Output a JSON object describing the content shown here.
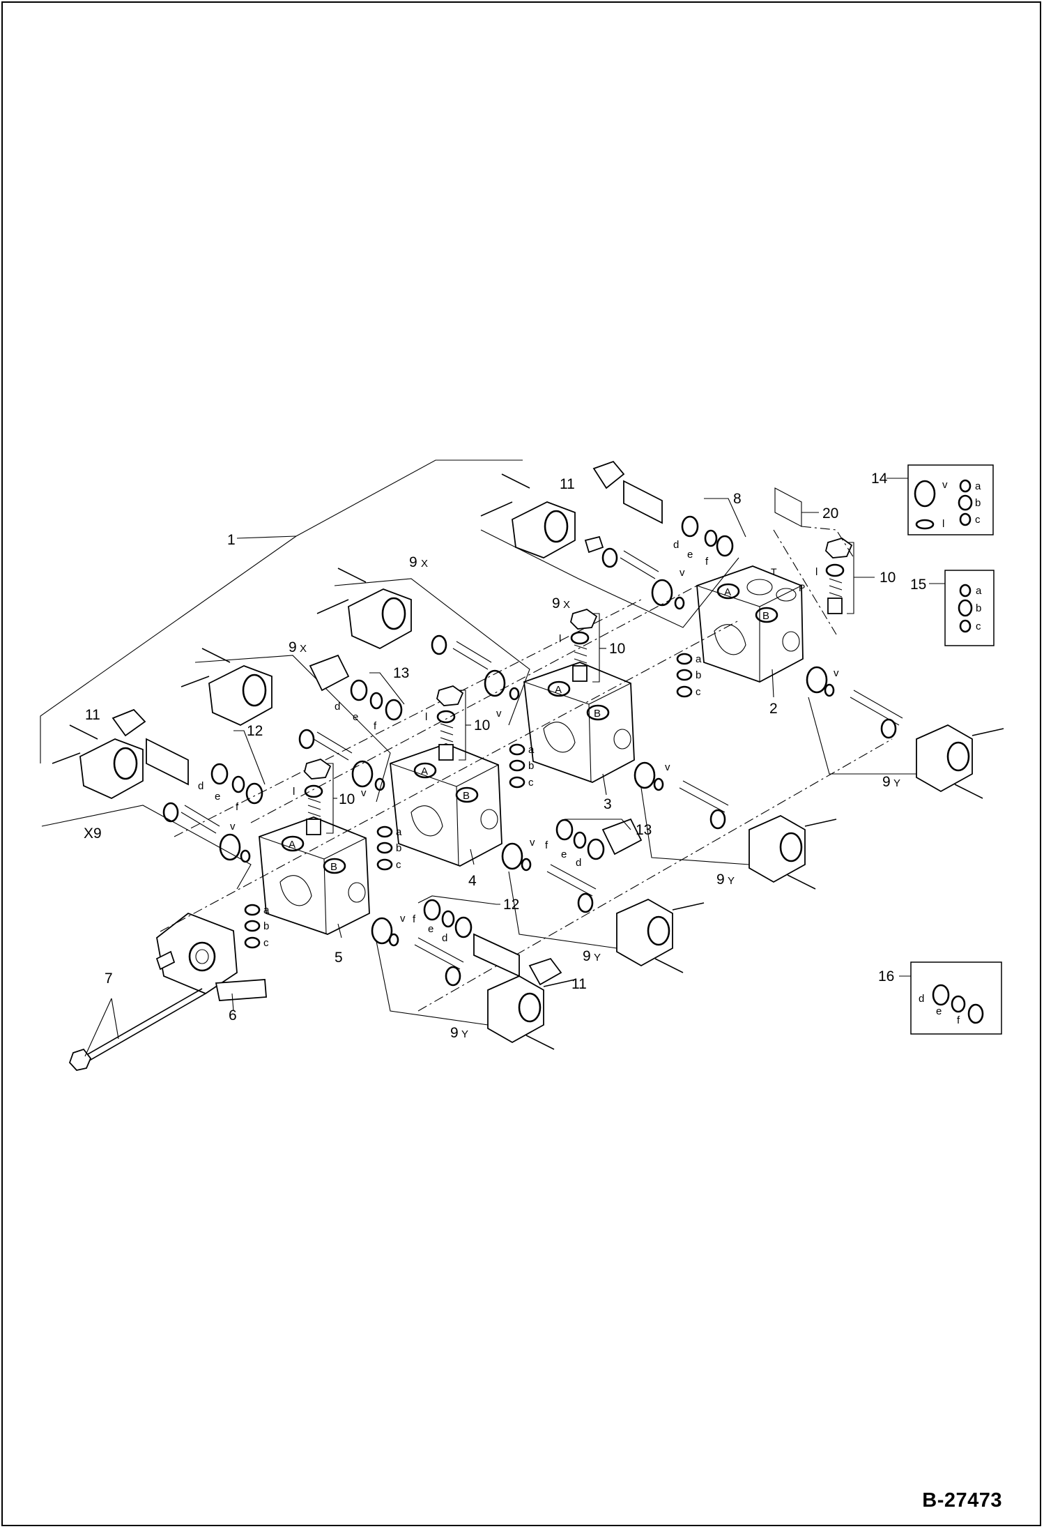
{
  "drawing_id": "B-27473",
  "callouts": {
    "c1": "1",
    "c2": "2",
    "c3": "3",
    "c4": "4",
    "c5": "5",
    "c6": "6",
    "c7": "7",
    "c8": "8",
    "c10": "10",
    "c11": "11",
    "c12": "12",
    "c13": "13",
    "c14": "14",
    "c15": "15",
    "c16": "16",
    "c20": "20",
    "c9": "9",
    "x": "X",
    "y": "Y",
    "x9": "X9"
  },
  "seal_letters": {
    "a": "a",
    "b": "b",
    "c": "c",
    "d": "d",
    "e": "e",
    "f": "f",
    "v": "v",
    "l": "l"
  },
  "port_letters": {
    "A": "A",
    "B": "B",
    "T": "T",
    "P": "P"
  },
  "kits": [
    {
      "id": "14",
      "rings": [
        "v",
        "l",
        "a",
        "b",
        "c"
      ]
    },
    {
      "id": "15",
      "rings": [
        "a",
        "b",
        "c"
      ]
    },
    {
      "id": "16",
      "rings": [
        "d",
        "e",
        "f"
      ]
    }
  ]
}
